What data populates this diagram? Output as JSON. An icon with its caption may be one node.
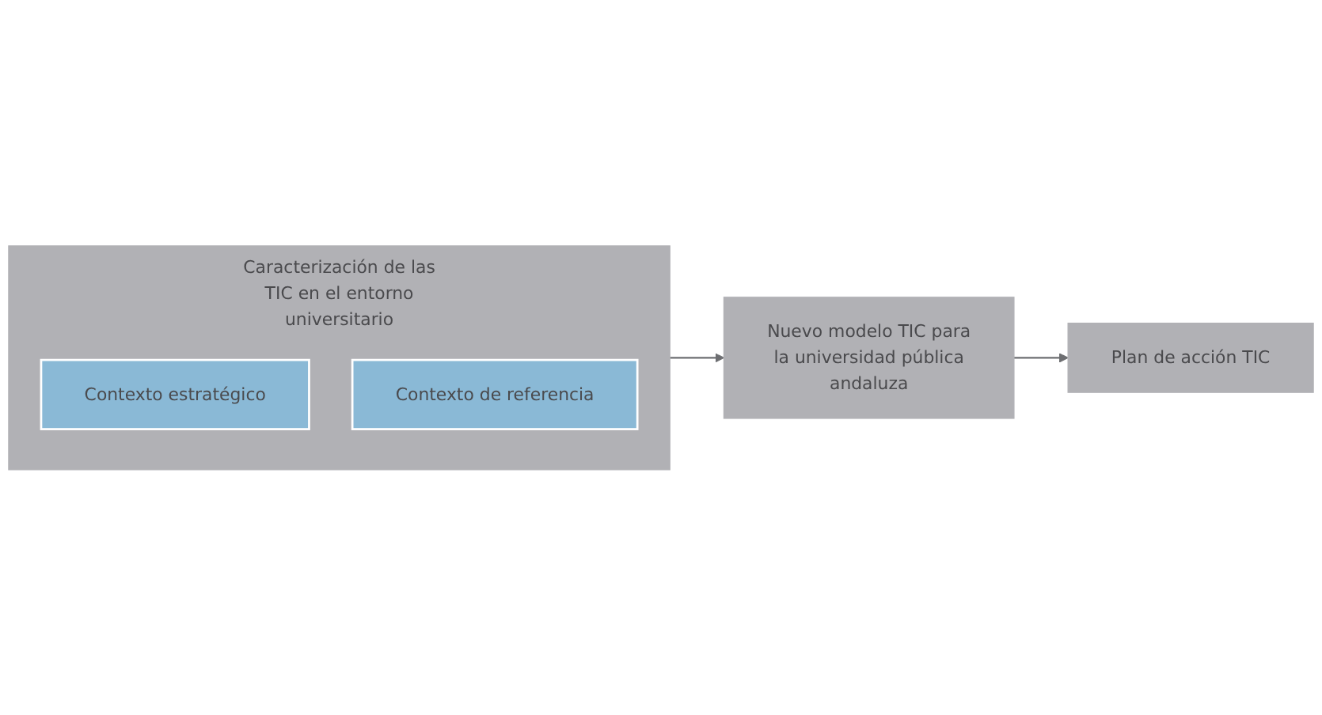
{
  "diagram": {
    "nodes": [
      {
        "text": [
          "Caracterización de las TIC en el entorno universitario"
        ]
      },
      {
        "text": [
          "Contexto estratégico"
        ],
        "in": 0
      },
      {
        "text": [
          "Contexto de referencia"
        ],
        "in": 0
      },
      {
        "text": [
          "Nuevo modelo TIC para la universidad pública andaluza"
        ]
      },
      {
        "text": [
          "Plan de acción TIC"
        ]
      }
    ],
    "edges": [
      {
        "from": 0,
        "to": 3,
        "arrow": "to"
      },
      {
        "from": 3,
        "to": 4,
        "arrow": "to"
      }
    ]
  }
}
